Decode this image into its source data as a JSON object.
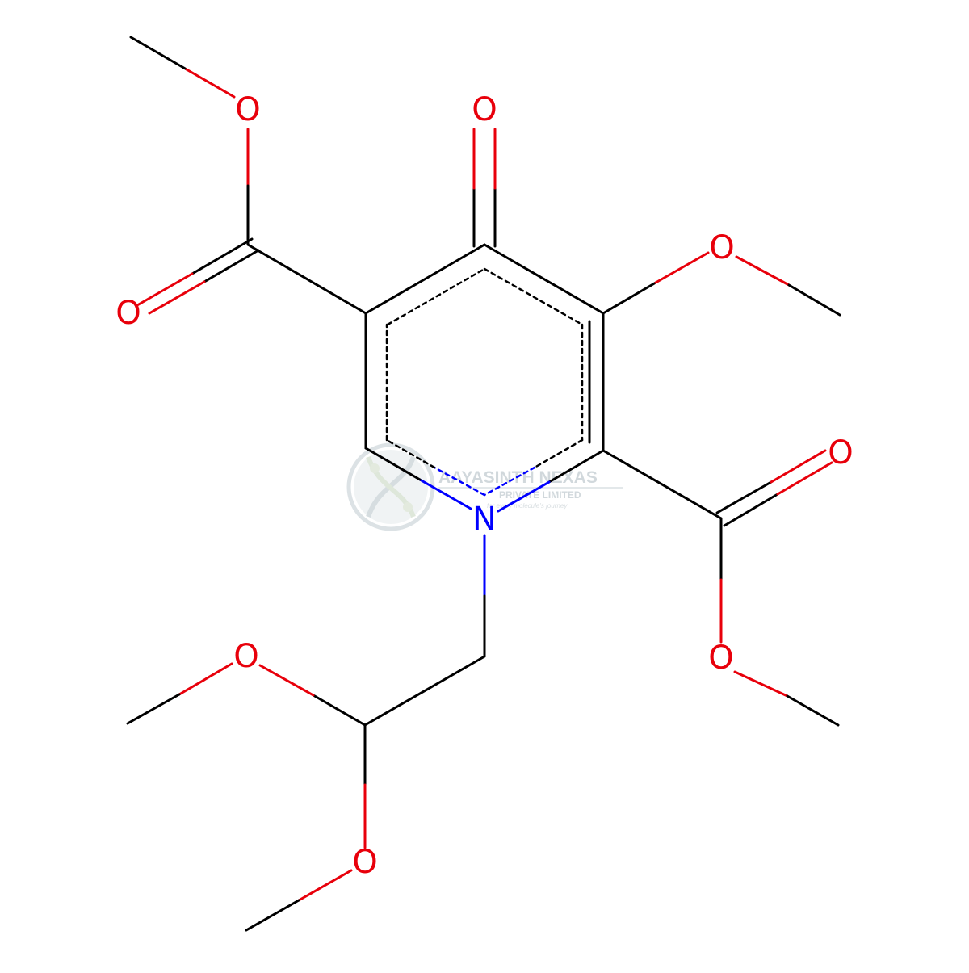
{
  "molecule": {
    "atom_labels": {
      "o_methoxy_ester_top": "O",
      "o_carbonyl_ester_left": "O",
      "o_ketone": "O",
      "o_methoxy_ring": "O",
      "o_carbonyl_ester_right": "O",
      "o_methoxy_ester_right": "O",
      "n_ring": "N",
      "o_acetal_upper": "O",
      "o_acetal_lower": "O"
    },
    "colors": {
      "bond": "#000000",
      "oxygen": "#e8000b",
      "nitrogen": "#0000ff"
    }
  },
  "watermark": {
    "title": "AAYASINTH NEXAS",
    "subtitle": "PRIVATE LIMITED",
    "tagline": "for every molecule's journey"
  }
}
